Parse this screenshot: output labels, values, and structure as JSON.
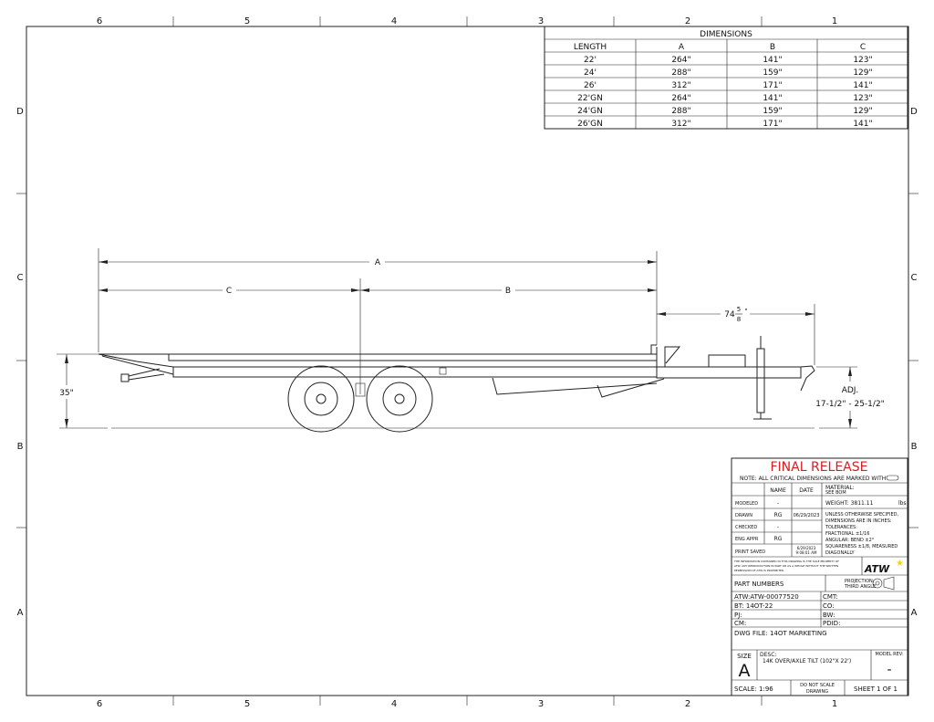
{
  "frame": {
    "zones_horizontal": [
      "6",
      "5",
      "4",
      "3",
      "2",
      "1"
    ],
    "zones_vertical": [
      "D",
      "C",
      "B",
      "A"
    ]
  },
  "dimensions_table": {
    "title": "DIMENSIONS",
    "headers": [
      "LENGTH",
      "A",
      "B",
      "C"
    ],
    "rows": [
      [
        "22'",
        "264\"",
        "141\"",
        "123\""
      ],
      [
        "24'",
        "288\"",
        "159\"",
        "129\""
      ],
      [
        "26'",
        "312\"",
        "171\"",
        "141\""
      ],
      [
        "22'GN",
        "264\"",
        "141\"",
        "123\""
      ],
      [
        "24'GN",
        "288\"",
        "159\"",
        "129\""
      ],
      [
        "26'GN",
        "312\"",
        "171\"",
        "141\""
      ]
    ]
  },
  "drawing": {
    "dim_a": "A",
    "dim_b": "B",
    "dim_c": "C",
    "tongue_whole": "74",
    "tongue_num": "5",
    "tongue_den": "8",
    "tongue_unit": "\"",
    "deck_height": "35\"",
    "coupler_label": "ADJ.",
    "coupler_range": "17-1/2\" - 25-1/2\""
  },
  "title_block": {
    "status": "FINAL RELEASE",
    "status_color": "#d62020",
    "note": "NOTE: ALL CRITICAL DIMENSIONS ARE MARKED WITH",
    "col_name": "NAME",
    "col_date": "DATE",
    "material_label": "MATERIAL:",
    "material_value": "SEE BOM",
    "weight": "WEIGHT: 3811.11",
    "weight_unit": "lbs",
    "roles": [
      {
        "role": "MODELED",
        "name": "-",
        "date": ""
      },
      {
        "role": "DRAWN",
        "name": "RG",
        "date": "06/29/2023"
      },
      {
        "role": "CHECKED",
        "name": "-",
        "date": ""
      },
      {
        "role": "ENG APPR",
        "name": "RG",
        "date": ""
      }
    ],
    "print_saved_label": "PRINT SAVED",
    "print_saved_date": "6/29/2023",
    "print_saved_time": "9:08:01 AM",
    "tolerances": [
      "UNLESS OTHERWISE SPECIFIED,",
      "DIMENSIONS ARE IN INCHES:",
      "TOLERANCES:",
      "FRACTIONAL ±1/16",
      "ANGULAR: BEND ±2°",
      "SQUARENESS ±1/8, MEASURED",
      "DIAGONALLY"
    ],
    "proprietary": [
      "THE INFORMATION CONTAINED IN THIS DRAWING IS THE SOLE PROPERTY OF",
      "ATW. ANY REPRODUCTION IN PART OR AS A WHOLE WITHOUT THE WRITTEN",
      "PERMISSION OF ATW IS PROHIBITED."
    ],
    "logo": "ATW",
    "logo_star_color": "#f2d21b",
    "part_numbers_label": "PART NUMBERS",
    "projection_line1": "PROJECTION:",
    "projection_line2": "THIRD ANGLE",
    "part_rows": [
      [
        "ATW:ATW-00077520",
        "CMT:"
      ],
      [
        "BT: 14OT-22",
        "CO:"
      ],
      [
        "PJ:",
        "BW:"
      ],
      [
        "CM:",
        "PDID:"
      ]
    ],
    "dwg_file": "DWG FILE: 14OT MARKETING",
    "size_label": "SIZE",
    "size_value": "A",
    "desc_label": "DESC:",
    "desc_value": "14K OVER/AXLE TILT (102\"X 22')",
    "model_rev_label": "MODEL REV:",
    "model_rev_value": "-",
    "scale": "SCALE: 1:96",
    "do_not_scale_1": "DO NOT SCALE",
    "do_not_scale_2": "DRAWING",
    "sheet": "SHEET 1 OF 1"
  }
}
